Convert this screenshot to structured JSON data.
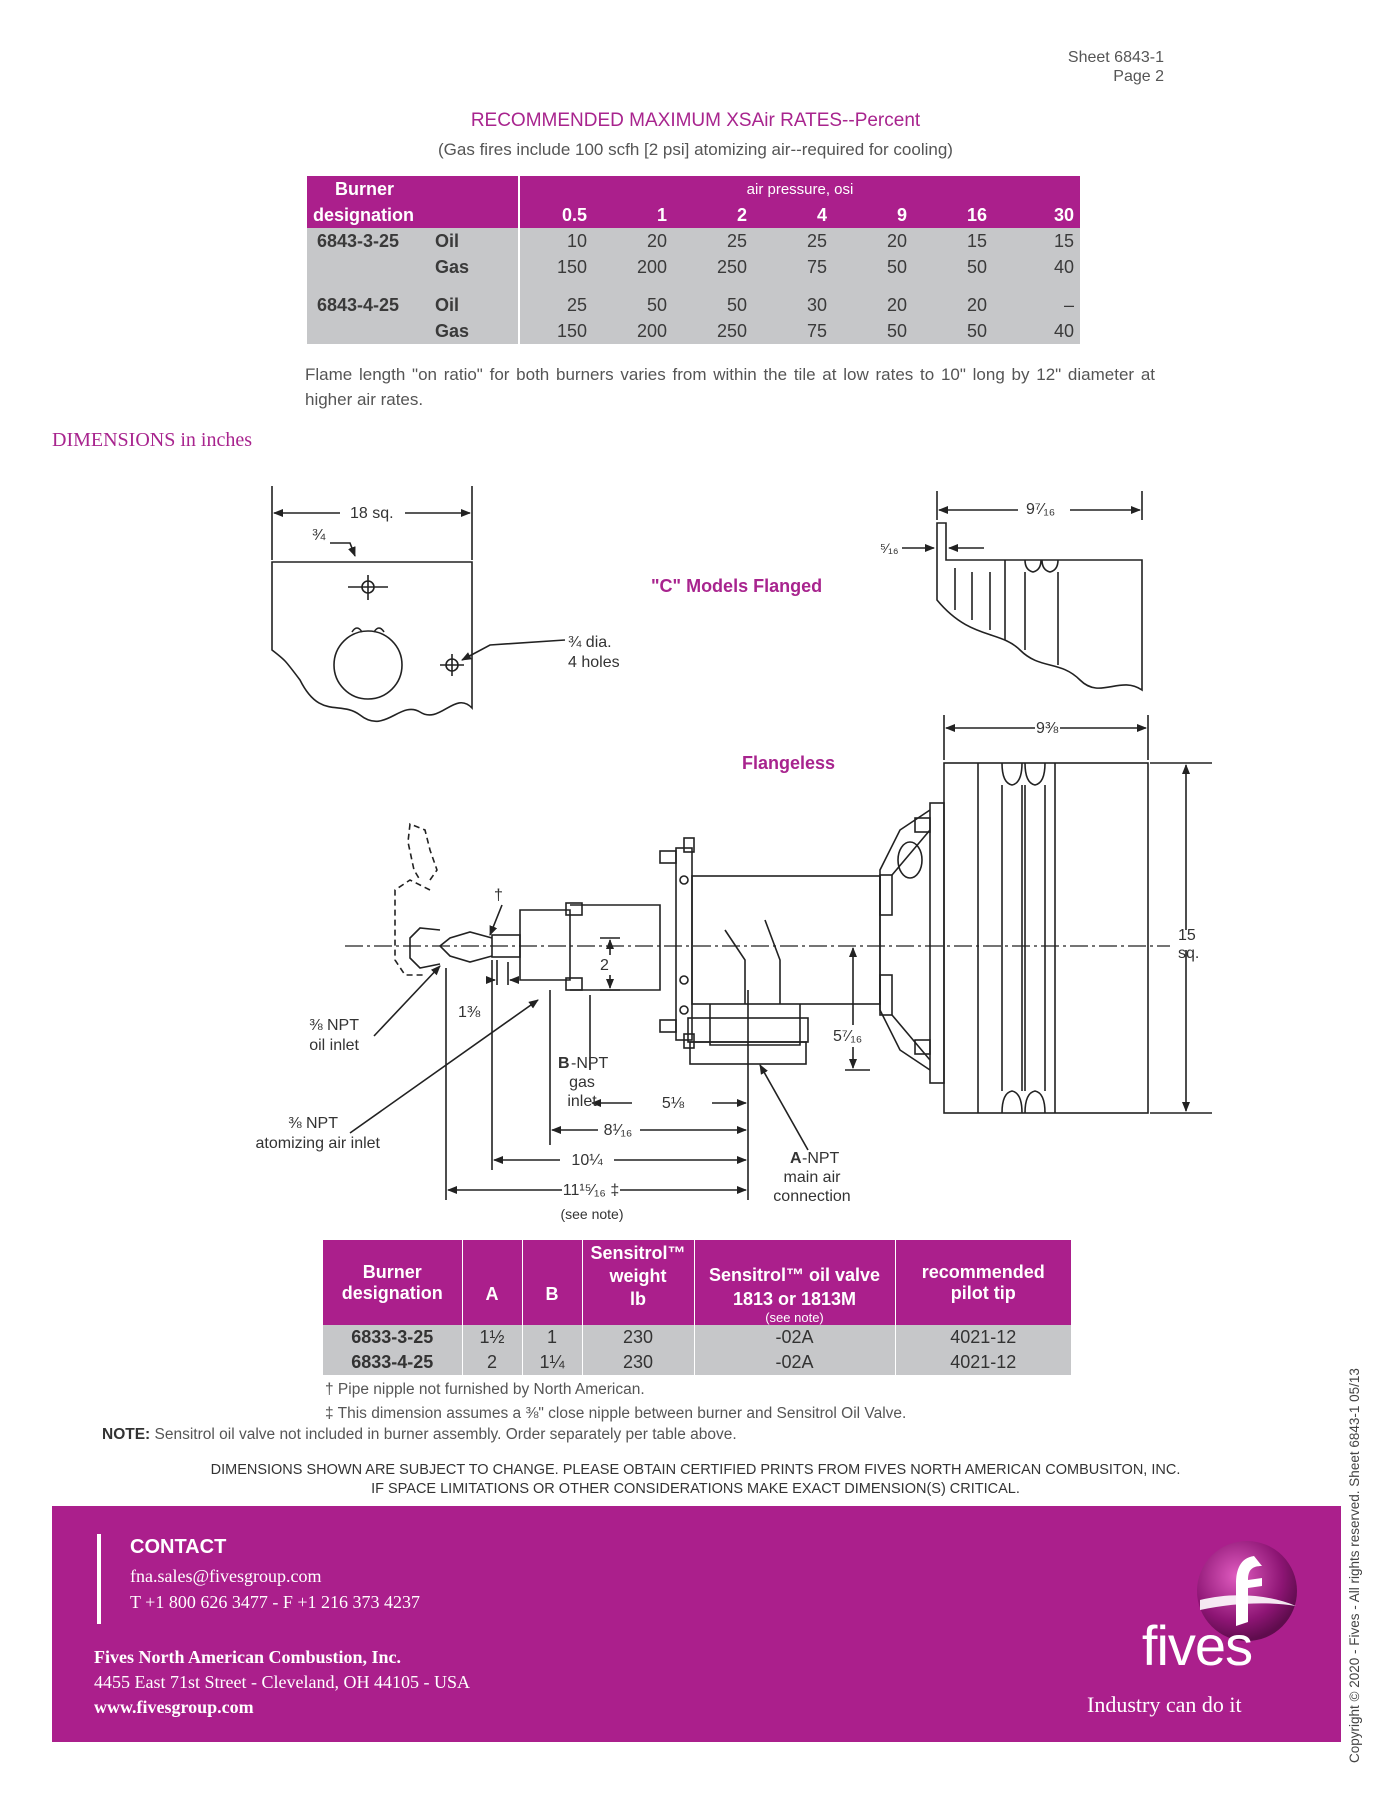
{
  "sheet": {
    "line1": "Sheet 6843-1",
    "line2": "Page 2"
  },
  "xsair": {
    "title": "RECOMMENDED MAXIMUM XSAir RATES--Percent",
    "subtitle": "(Gas fires include 100 scfh [2 psi] atomizing air--required for cooling)",
    "header_burner": [
      "Burner",
      "designation"
    ],
    "header_pressure": "air pressure, osi",
    "pressures": [
      "0.5",
      "1",
      "2",
      "4",
      "9",
      "16",
      "30"
    ],
    "rows": [
      {
        "burner": "6843-3-25",
        "fuel": "Oil",
        "values": [
          "10",
          "20",
          "25",
          "25",
          "20",
          "15",
          "15"
        ]
      },
      {
        "burner": "",
        "fuel": "Gas",
        "values": [
          "150",
          "200",
          "250",
          "75",
          "50",
          "50",
          "40"
        ]
      },
      {
        "burner": "6843-4-25",
        "fuel": "Oil",
        "values": [
          "25",
          "50",
          "50",
          "30",
          "20",
          "20",
          "–"
        ]
      },
      {
        "burner": "",
        "fuel": "Gas",
        "values": [
          "150",
          "200",
          "250",
          "75",
          "50",
          "50",
          "40"
        ]
      }
    ]
  },
  "flame_note": "Flame length \"on ratio\" for both burners varies from within the tile at low rates to 10\" long by 12\" diameter at higher air rates.",
  "dimensions_title": "DIMENSIONS in inches",
  "drawing": {
    "c_models": "\"C\" Models Flanged",
    "flangeless": "Flangeless",
    "d_18sq": "18 sq.",
    "d_3_4": "¾",
    "holes_1": "¾ dia.",
    "holes_2": "4 holes",
    "d_9_7_16": "9⁷⁄₁₆",
    "d_5_16": "⁵⁄₁₆",
    "d_9_3_8": "9⅜",
    "d_15": "15",
    "d_sq": "sq.",
    "dagger": "†",
    "d_2": "2",
    "d_1_3_8": "1⅜",
    "d_5_7_16": "5⁷⁄₁₆",
    "oil_inlet_1": "⅜ NPT",
    "oil_inlet_2": "oil inlet",
    "atom_1": "⅜ NPT",
    "atom_2": "atomizing air inlet",
    "gas_b": "B",
    "gas_1": "-NPT",
    "gas_2": "gas",
    "gas_3": "inlet",
    "d_5_1_8": "5⅛",
    "d_8_1_16": "8¹⁄₁₆",
    "d_10_1_4": "10¼",
    "d_11_15_16": "11¹⁵⁄₁₆ ‡",
    "see_note": "(see note)",
    "main_a": "A",
    "main_1": "-NPT",
    "main_2": "main air",
    "main_3": "connection"
  },
  "dim_table": {
    "headers": {
      "burner": [
        "Burner",
        "designation"
      ],
      "a": "A",
      "b": "B",
      "weight": [
        "Sensitrol™",
        "weight",
        "lb"
      ],
      "valve": [
        "Sensitrol™ oil valve",
        "1813 or 1813M",
        "(see note)"
      ],
      "pilot": [
        "recommended",
        "pilot tip"
      ]
    },
    "rows": [
      {
        "burner": "6833-3-25",
        "a": "1½",
        "b": "1",
        "weight": "230",
        "valve": "-02A",
        "pilot": "4021-12"
      },
      {
        "burner": "6833-4-25",
        "a": "2",
        "b": "1¼",
        "weight": "230",
        "valve": "-02A",
        "pilot": "4021-12"
      }
    ]
  },
  "footnotes": {
    "dagger": "† Pipe nipple not furnished by North American.",
    "ddagger": "‡ This dimension assumes a ⅜\" close nipple between burner and Sensitrol Oil Valve.",
    "note_label": "NOTE:",
    "note_text": " Sensitrol oil valve not included in burner assembly. Order separately per table above."
  },
  "disclaimer": {
    "line1": "DIMENSIONS SHOWN ARE SUBJECT TO CHANGE. PLEASE OBTAIN CERTIFIED PRINTS FROM FIVES NORTH AMERICAN COMBUSITON, INC.",
    "line2": "IF SPACE LIMITATIONS OR OTHER CONSIDERATIONS MAKE EXACT DIMENSION(S) CRITICAL."
  },
  "footer": {
    "contact": "CONTACT",
    "email": "fna.sales@fivesgroup.com",
    "phone": "T +1 800 626 3477 - F +1 216 373 4237",
    "company": "Fives North American Combustion, Inc.",
    "address": "4455 East 71st Street - Cleveland, OH 44105 - USA",
    "website": "www.fivesgroup.com",
    "logo_word": "fives",
    "tagline": "Industry can do it"
  },
  "copyright": "Copyright © 2020 - Fives - All rights reserved. Sheet 6843-1 05/13",
  "colors": {
    "accent": "#ab1f8c",
    "table_gray": "#c6c7c9"
  }
}
